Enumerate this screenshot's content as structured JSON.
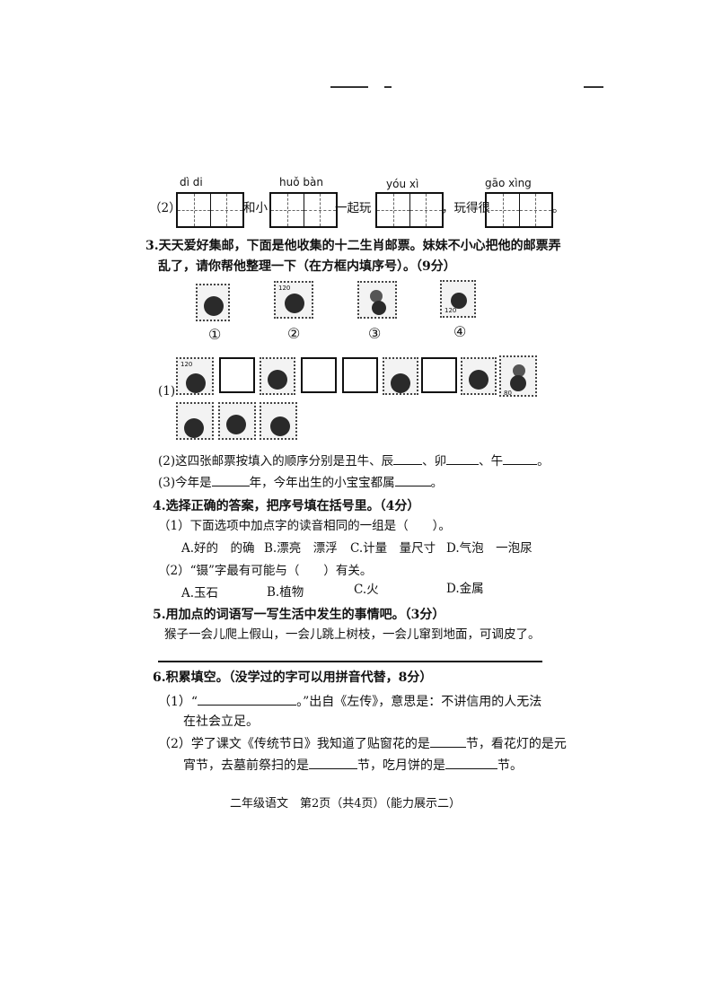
{
  "q2": {
    "number": "（2）",
    "pinyin": [
      "dì  di",
      "huǒ  bàn",
      "yóu  xì",
      "gāo  xìng"
    ],
    "between": [
      "和小",
      "一起玩",
      "，玩得很",
      "。"
    ]
  },
  "q3": {
    "title": "3.天天爱好集邮，下面是他收集的十二生肖邮票。妹妹不小心把他的邮票弄",
    "title2": "乱了，请你帮他整理一下（在方框内填序号）。（9分）",
    "stamp_labels": [
      "①",
      "②",
      "③",
      "④"
    ],
    "stamp_values": [
      "",
      "120",
      "",
      "120",
      "120",
      "",
      "",
      "",
      "",
      "80",
      ""
    ],
    "part1": "(1)",
    "part2": "(2)这四张邮票按填入的顺序分别是丑牛、辰",
    "part2_b": "、卯",
    "part2_c": "、午",
    "part2_end": "。",
    "part3": "(3)今年是",
    "part3_b": "年，今年出生的小宝宝都属",
    "part3_end": "。"
  },
  "q4": {
    "title": "4.选择正确的答案，把序号填在括号里。（4分）",
    "sub1": "（1）下面选项中加点字的读音相同的一组是（　　）。",
    "options1": [
      "A.好的　的确",
      "B.漂亮　漂浮",
      "C.计量　量尺寸",
      "D.气泡　一泡尿"
    ],
    "sub2": "（2）“镊”字最有可能与（　　）有关。",
    "options2": [
      "A.玉石",
      "B.植物",
      "C.火",
      "D.金属"
    ]
  },
  "q5": {
    "title": "5.用加点的词语写一写生活中发生的事情吧。（3分）",
    "sentence": "猴子一会儿爬上假山，一会儿跳上树枝，一会儿窜到地面，可调皮了。"
  },
  "q6": {
    "title": "6.积累填空。（没学过的字可以用拼音代替，8分）",
    "sub1_a": "（1）“",
    "sub1_b": "。”出自《左传》，意思是：不讲信用的人无法",
    "sub1_c": "在社会立足。",
    "sub2_a": "（2）学了课文《传统节日》我知道了贴窗花的是",
    "sub2_b": "节，看花灯的是元",
    "sub2_c": "宵节，去墓前祭扫的是",
    "sub2_d": "节，吃月饼的是",
    "sub2_e": "节。"
  },
  "footer": "二年级语文　第2页（共4页）（能力展示二）"
}
